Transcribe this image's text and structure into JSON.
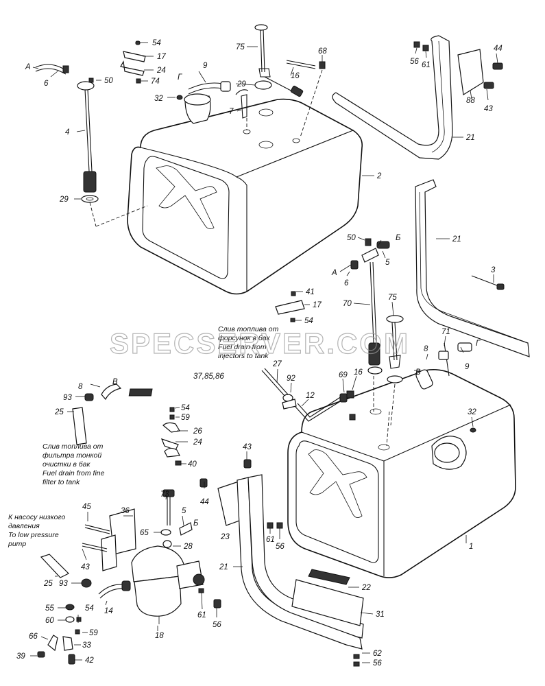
{
  "watermark": "SPECSERVER.COM",
  "notes": {
    "drain_injectors": [
      "Слив топлива от",
      "форсунок в бак",
      "Fuel drain from",
      "injectors to tank"
    ],
    "drain_fine_filter": [
      "Слив топлива от",
      "фильтра тонкой",
      "очистки в бак",
      "Fuel drain from fine",
      "filter to tank"
    ],
    "low_pressure_pump": [
      "К насосу низкого",
      "давления",
      "To low pressure",
      "pump"
    ]
  },
  "callouts": {
    "c54a": "54",
    "c17a": "17",
    "c24a": "24",
    "c74": "74",
    "c50a": "50",
    "cA1": "А",
    "c6a": "6",
    "c9a": "9",
    "cG1": "Г",
    "c75a": "75",
    "c68": "68",
    "c16a": "16",
    "c29a": "29",
    "c32a": "32",
    "c7": "7",
    "c4": "4",
    "c29b": "29",
    "c2": "2",
    "c56a": "56",
    "c61a": "61",
    "c44a": "44",
    "c88": "88",
    "c43a": "43",
    "c21a": "21",
    "c21b": "21",
    "c3": "3",
    "c50b": "50",
    "cB1": "Б",
    "c5a": "5",
    "cA2": "А",
    "c6b": "6",
    "c41": "41",
    "c17b": "17",
    "c54b": "54",
    "c70": "70",
    "c75b": "75",
    "c71": "71",
    "c8a": "8",
    "cG2": "Г",
    "c9b": "9",
    "cV1": "В",
    "c27": "27",
    "c378586": "37,85,86",
    "c92": "92",
    "c12": "12",
    "c69": "69",
    "c16b": "16",
    "c8b": "8",
    "cV2": "В",
    "c93a": "93",
    "c25a": "25",
    "c54c": "54",
    "c59a": "59",
    "c26": "26",
    "c24b": "24",
    "c40": "40",
    "c32b": "32",
    "c43b": "43",
    "c44b": "44",
    "c73": "73",
    "c45": "45",
    "c36": "36",
    "c5b": "5",
    "c65": "65",
    "cB2": "Б",
    "c28": "28",
    "c23": "23",
    "c61b": "61",
    "c56b": "56",
    "c1": "1",
    "c43c": "43",
    "c25b": "25",
    "c93b": "93",
    "c14": "14",
    "c18": "18",
    "c61c": "61",
    "c56c": "56",
    "c21c": "21",
    "c22": "22",
    "c31": "31",
    "c55": "55",
    "c54d": "54",
    "c60": "60",
    "c59b": "59",
    "c66": "66",
    "c33": "33",
    "c39": "39",
    "c42": "42",
    "c62": "62",
    "c56d": "56"
  }
}
